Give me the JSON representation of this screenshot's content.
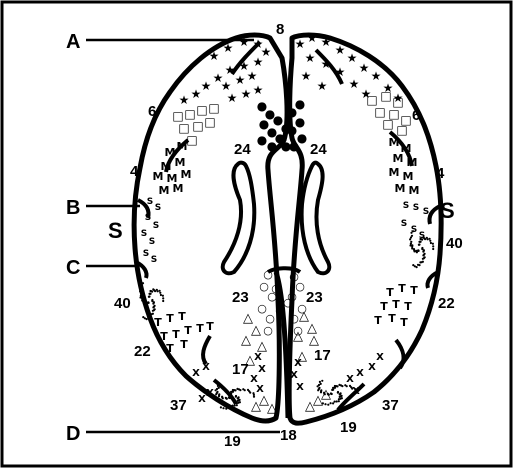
{
  "pointer_labels": {
    "a": "A",
    "b": "B",
    "c": "C",
    "d": "D"
  },
  "sulcus_labels": {
    "left": "S",
    "right": "S"
  },
  "area_labels": {
    "top_8": "8",
    "left_6": "6",
    "right_6": "6",
    "left_24": "24",
    "right_24": "24",
    "left_4": "4",
    "right_4": "4",
    "left_40": "40",
    "right_40": "40",
    "left_22": "22",
    "right_22": "22",
    "left_23": "23",
    "right_23": "23",
    "left_17": "17",
    "right_17": "17",
    "left_37": "37",
    "right_37": "37",
    "bottom_18": "18",
    "left_19": "19",
    "right_19": "19"
  },
  "marker_symbols": {
    "star": "★",
    "square": "□",
    "filled_circle": "●",
    "open_circle": "○",
    "triangle": "△",
    "letter_m": "M",
    "letter_s": "S",
    "letter_t": "T",
    "letter_x": "X"
  },
  "colors": {
    "ink": "#000000",
    "background": "#ffffff"
  }
}
